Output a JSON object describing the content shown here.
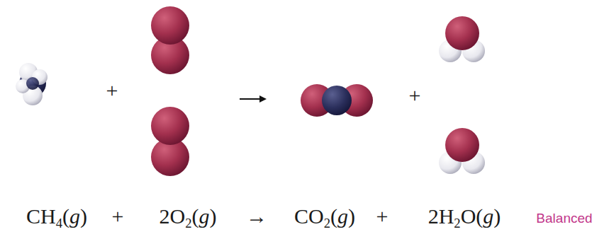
{
  "diagram": {
    "labels": [
      "+",
      "+",
      "CH4(g)",
      "+",
      "2O2(g)",
      "→",
      "CO2(g)",
      "+",
      "2H2O(g)",
      "Balanced"
    ]
  }
}
